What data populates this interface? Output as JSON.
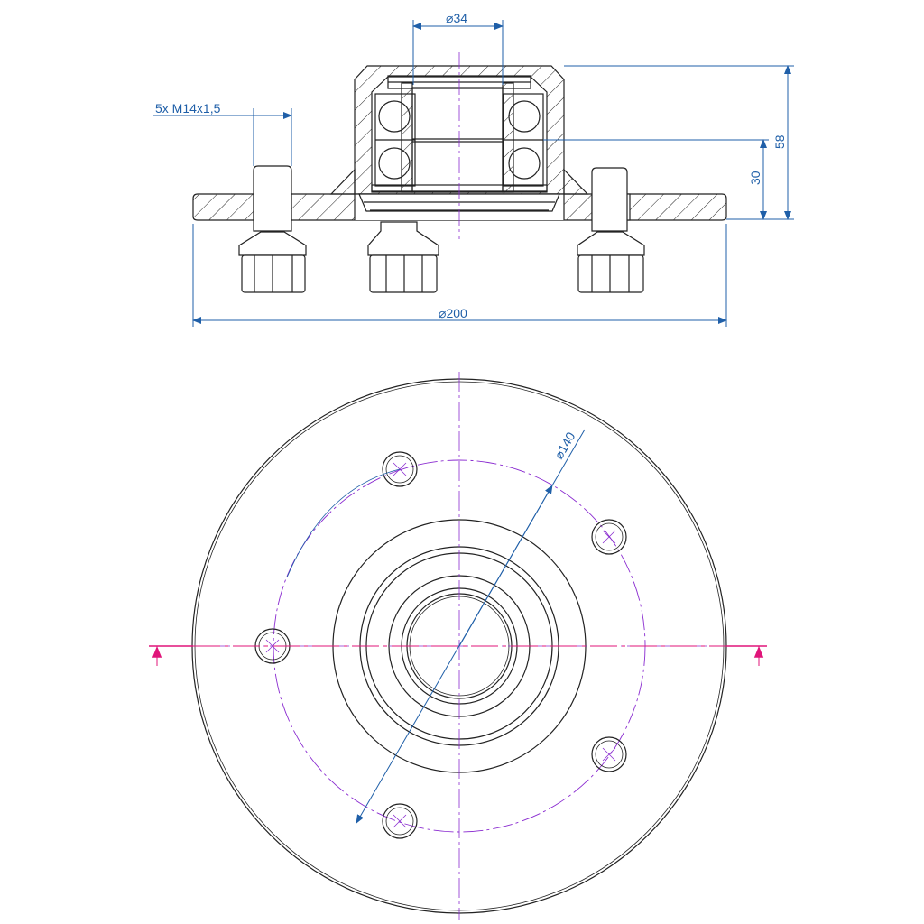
{
  "colors": {
    "outline": "#222222",
    "dimension": "#1f5fa8",
    "centerline": "#8a2bd0",
    "section": "#e0157a",
    "background": "#ffffff"
  },
  "dimensions": {
    "bore_diameter": "34",
    "thread_spec": "5x M14x1,5",
    "outer_diameter": "200",
    "bolt_circle_diameter": "140",
    "total_height": "58",
    "flange_to_bearing_height": "30"
  }
}
